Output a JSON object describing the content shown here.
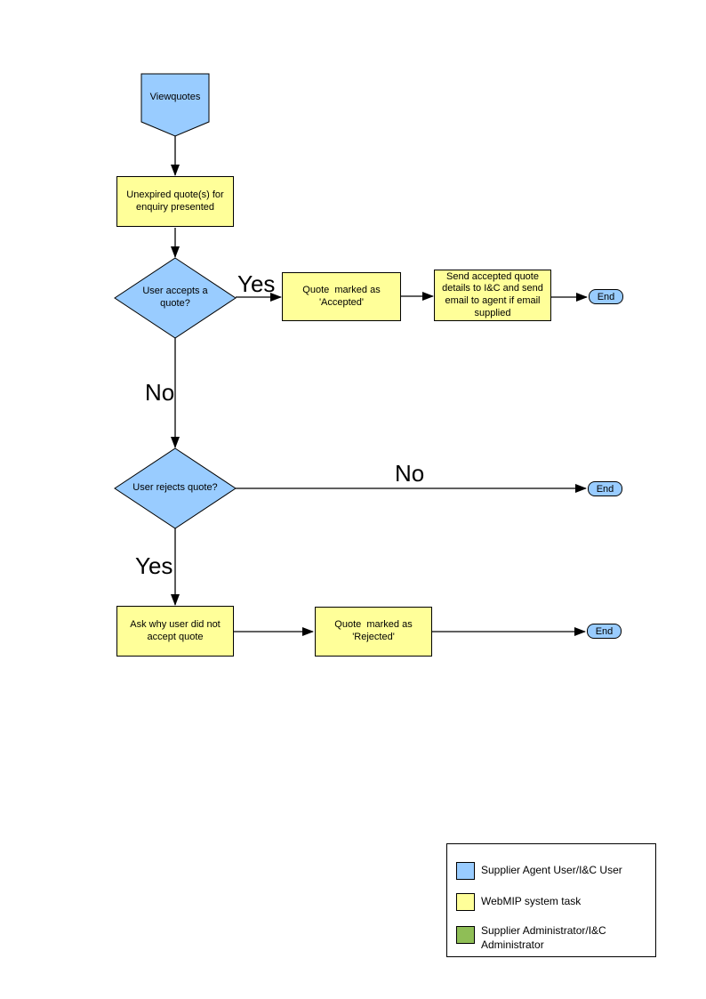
{
  "colors": {
    "actor_blue": "#99CCFF",
    "task_yellow": "#FFFF99",
    "admin_green": "#8FBE56",
    "line_black": "#000000"
  },
  "flowchart": {
    "nodes": {
      "viewquotes": "Viewquotes",
      "unexpired": "Unexpired quote(s) for enquiry presented",
      "user_accepts": "User accepts a quote?",
      "marked_accepted": "Quote  marked as 'Accepted'",
      "send_details": "Send accepted quote details to I&C and send email to agent if email supplied",
      "user_rejects": "User rejects quote?",
      "ask_why": "Ask why user did not accept quote",
      "marked_rejected": "Quote  marked as 'Rejected'",
      "end": "End"
    },
    "edge_labels": {
      "accepts_yes": "Yes",
      "accepts_no": "No",
      "rejects_no": "No",
      "rejects_yes": "Yes"
    }
  },
  "legend": {
    "items": [
      {
        "label": "Supplier Agent User/I&C User",
        "color": "#99CCFF"
      },
      {
        "label": "WebMIP system task",
        "color": "#FFFF99"
      },
      {
        "label": "Supplier Administrator/I&C Administrator",
        "color": "#8FBE56"
      }
    ]
  }
}
